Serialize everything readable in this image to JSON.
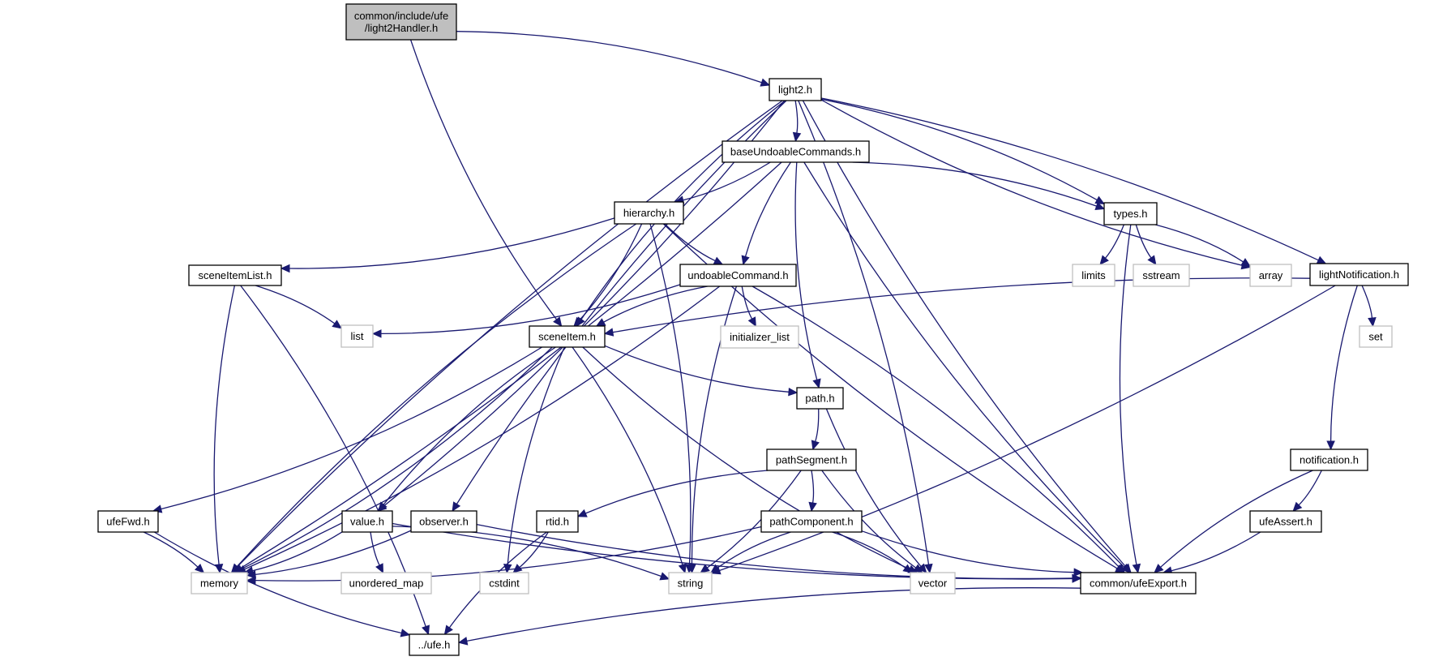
{
  "title": "Include dependency graph for light2Handler.h",
  "colors": {
    "edge": "#191970",
    "root_fill": "#bfbfbf",
    "local_border": "#000000",
    "system_border": "#bfbfbf"
  },
  "nodes": [
    {
      "id": "root",
      "label": [
        "common/include/ufe",
        "/light2Handler.h"
      ],
      "kind": "root"
    },
    {
      "id": "light2",
      "label": [
        "light2.h"
      ],
      "kind": "local"
    },
    {
      "id": "baseUndo",
      "label": [
        "baseUndoableCommands.h"
      ],
      "kind": "local"
    },
    {
      "id": "hierarchy",
      "label": [
        "hierarchy.h"
      ],
      "kind": "local"
    },
    {
      "id": "types",
      "label": [
        "types.h"
      ],
      "kind": "local"
    },
    {
      "id": "sceneItemList",
      "label": [
        "sceneItemList.h"
      ],
      "kind": "local"
    },
    {
      "id": "undoableCommand",
      "label": [
        "undoableCommand.h"
      ],
      "kind": "local"
    },
    {
      "id": "limits",
      "label": [
        "limits"
      ],
      "kind": "system"
    },
    {
      "id": "sstream",
      "label": [
        "sstream"
      ],
      "kind": "system"
    },
    {
      "id": "array",
      "label": [
        "array"
      ],
      "kind": "system"
    },
    {
      "id": "lightNotification",
      "label": [
        "lightNotification.h"
      ],
      "kind": "local"
    },
    {
      "id": "list",
      "label": [
        "list"
      ],
      "kind": "system"
    },
    {
      "id": "sceneItem",
      "label": [
        "sceneItem.h"
      ],
      "kind": "local"
    },
    {
      "id": "initializer_list",
      "label": [
        "initializer_list"
      ],
      "kind": "system"
    },
    {
      "id": "set",
      "label": [
        "set"
      ],
      "kind": "system"
    },
    {
      "id": "path",
      "label": [
        "path.h"
      ],
      "kind": "local"
    },
    {
      "id": "pathSegment",
      "label": [
        "pathSegment.h"
      ],
      "kind": "local"
    },
    {
      "id": "notification",
      "label": [
        "notification.h"
      ],
      "kind": "local"
    },
    {
      "id": "ufeFwd",
      "label": [
        "ufeFwd.h"
      ],
      "kind": "local"
    },
    {
      "id": "value",
      "label": [
        "value.h"
      ],
      "kind": "local"
    },
    {
      "id": "observer",
      "label": [
        "observer.h"
      ],
      "kind": "local"
    },
    {
      "id": "rtid",
      "label": [
        "rtid.h"
      ],
      "kind": "local"
    },
    {
      "id": "pathComponent",
      "label": [
        "pathComponent.h"
      ],
      "kind": "local"
    },
    {
      "id": "ufeAssert",
      "label": [
        "ufeAssert.h"
      ],
      "kind": "local"
    },
    {
      "id": "memory",
      "label": [
        "memory"
      ],
      "kind": "system"
    },
    {
      "id": "unordered_map",
      "label": [
        "unordered_map"
      ],
      "kind": "system"
    },
    {
      "id": "cstdint",
      "label": [
        "cstdint"
      ],
      "kind": "system"
    },
    {
      "id": "string",
      "label": [
        "string"
      ],
      "kind": "system"
    },
    {
      "id": "vector",
      "label": [
        "vector"
      ],
      "kind": "system"
    },
    {
      "id": "ufeExport",
      "label": [
        "common/ufeExport.h"
      ],
      "kind": "local"
    },
    {
      "id": "ufe",
      "label": [
        "../ufe.h"
      ],
      "kind": "local"
    }
  ],
  "edges": [
    [
      "root",
      "light2"
    ],
    [
      "root",
      "sceneItem"
    ],
    [
      "light2",
      "baseUndo"
    ],
    [
      "light2",
      "sceneItem"
    ],
    [
      "light2",
      "types"
    ],
    [
      "light2",
      "array"
    ],
    [
      "light2",
      "lightNotification"
    ],
    [
      "light2",
      "memory"
    ],
    [
      "light2",
      "value"
    ],
    [
      "light2",
      "observer"
    ],
    [
      "light2",
      "vector"
    ],
    [
      "light2",
      "ufeExport"
    ],
    [
      "baseUndo",
      "hierarchy"
    ],
    [
      "baseUndo",
      "undoableCommand"
    ],
    [
      "baseUndo",
      "types"
    ],
    [
      "baseUndo",
      "path"
    ],
    [
      "baseUndo",
      "memory"
    ],
    [
      "baseUndo",
      "ufeExport"
    ],
    [
      "hierarchy",
      "sceneItemList"
    ],
    [
      "hierarchy",
      "undoableCommand"
    ],
    [
      "hierarchy",
      "sceneItem"
    ],
    [
      "hierarchy",
      "memory"
    ],
    [
      "hierarchy",
      "string"
    ],
    [
      "hierarchy",
      "ufeExport"
    ],
    [
      "types",
      "limits"
    ],
    [
      "types",
      "sstream"
    ],
    [
      "types",
      "array"
    ],
    [
      "types",
      "ufeExport"
    ],
    [
      "sceneItemList",
      "list"
    ],
    [
      "sceneItemList",
      "memory"
    ],
    [
      "sceneItemList",
      "ufe"
    ],
    [
      "undoableCommand",
      "sceneItem"
    ],
    [
      "undoableCommand",
      "list"
    ],
    [
      "undoableCommand",
      "initializer_list"
    ],
    [
      "undoableCommand",
      "memory"
    ],
    [
      "undoableCommand",
      "string"
    ],
    [
      "undoableCommand",
      "ufeExport"
    ],
    [
      "lightNotification",
      "sceneItem"
    ],
    [
      "lightNotification",
      "set"
    ],
    [
      "lightNotification",
      "notification"
    ],
    [
      "lightNotification",
      "string"
    ],
    [
      "sceneItem",
      "path"
    ],
    [
      "sceneItem",
      "ufeFwd"
    ],
    [
      "sceneItem",
      "value"
    ],
    [
      "sceneItem",
      "memory"
    ],
    [
      "sceneItem",
      "cstdint"
    ],
    [
      "sceneItem",
      "string"
    ],
    [
      "sceneItem",
      "vector"
    ],
    [
      "path",
      "pathSegment"
    ],
    [
      "path",
      "vector"
    ],
    [
      "pathSegment",
      "pathComponent"
    ],
    [
      "pathSegment",
      "rtid"
    ],
    [
      "pathSegment",
      "string"
    ],
    [
      "pathSegment",
      "vector"
    ],
    [
      "notification",
      "ufeAssert"
    ],
    [
      "notification",
      "ufeExport"
    ],
    [
      "ufeFwd",
      "memory"
    ],
    [
      "ufeFwd",
      "ufe"
    ],
    [
      "value",
      "memory"
    ],
    [
      "value",
      "unordered_map"
    ],
    [
      "value",
      "string"
    ],
    [
      "value",
      "ufeExport"
    ],
    [
      "observer",
      "memory"
    ],
    [
      "observer",
      "ufeExport"
    ],
    [
      "rtid",
      "cstdint"
    ],
    [
      "rtid",
      "ufe"
    ],
    [
      "pathComponent",
      "memory"
    ],
    [
      "pathComponent",
      "string"
    ],
    [
      "pathComponent",
      "vector"
    ],
    [
      "pathComponent",
      "ufeExport"
    ],
    [
      "ufeAssert",
      "ufeExport"
    ],
    [
      "ufeExport",
      "ufe"
    ]
  ]
}
